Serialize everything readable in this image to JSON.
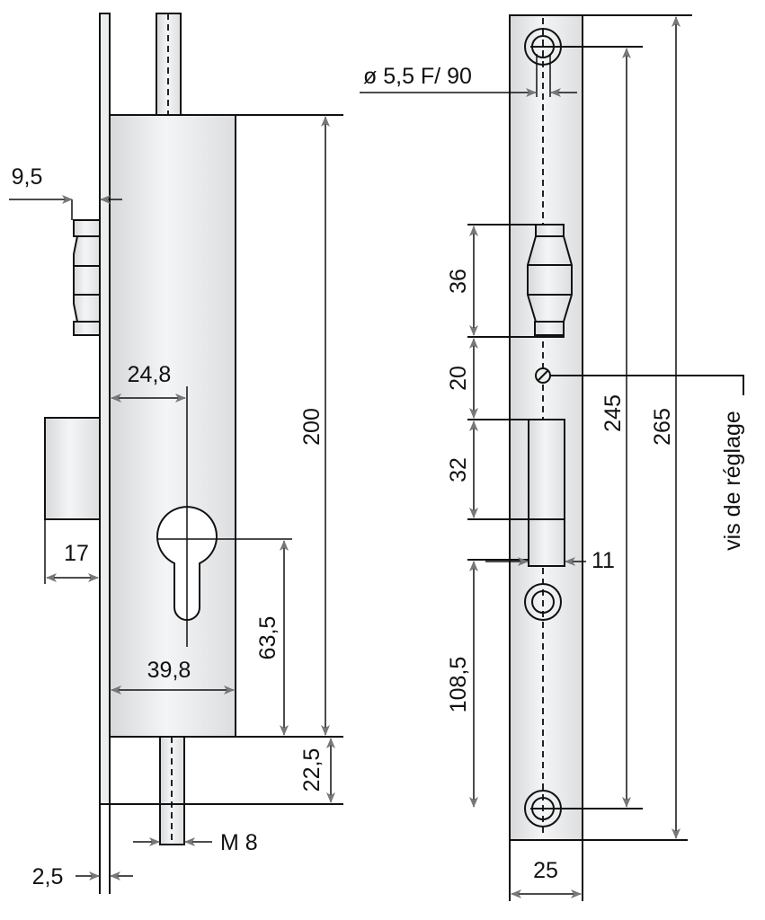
{
  "title": "Technical drawing of a mortise lock with faceplate",
  "colors": {
    "line": "#111111",
    "metal_light": "#f4f5f6",
    "metal_dark": "#d6d8da",
    "arrow": "#777777"
  },
  "side_view": {
    "dimensions": {
      "height_case": "200",
      "rod_offset": "22,5",
      "cylinder_axis": "63,5",
      "backset": "24,8",
      "case_depth": "39,8",
      "latch_projection": "9,5",
      "deadbolt_projection": "17",
      "rod_thread": "M 8",
      "plate_thickness": "2,5"
    }
  },
  "front_view": {
    "dimensions": {
      "screw_hole": "ø 5,5 F/ 90",
      "latch_height": "36",
      "latch_to_screw": "20",
      "deadbolt_height": "32",
      "deadbolt_width": "11",
      "deadbolt_to_hole": "108,5",
      "hole_spacing": "245",
      "plate_length": "265",
      "plate_width": "25"
    },
    "adjust_screw_label": "vis de réglage"
  }
}
